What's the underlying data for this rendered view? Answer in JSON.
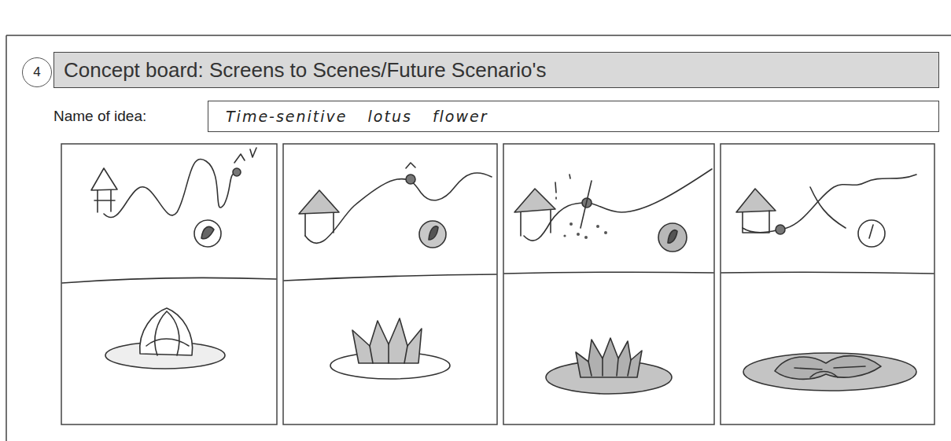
{
  "diagram": {
    "title": "Concept board: Screens to Scenes/Future Scenario's",
    "nodes": [
      {
        "text": [
          "4"
        ]
      },
      {
        "text": [
          "Concept board: Screens to Scenes/Future Scenario's"
        ]
      },
      {
        "text": [
          "Name of idea:",
          "Time-senitive lotus flower"
        ]
      }
    ]
  }
}
